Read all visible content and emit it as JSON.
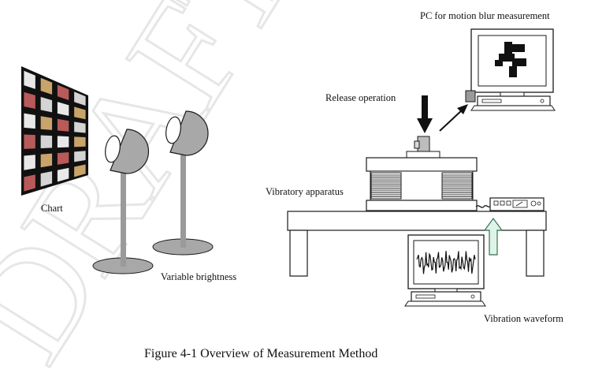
{
  "labels": {
    "chart": "Chart",
    "variable_brightness": "Variable brightness",
    "release_operation": "Release operation",
    "pc_motion_blur": "PC for motion blur measurement",
    "vibratory_apparatus": "Vibratory apparatus",
    "vibration_waveform": "Vibration waveform"
  },
  "caption": "Figure 4-1 Overview of Measurement Method",
  "watermark": "DRAFT",
  "colors": {
    "stroke": "#1a1a1a",
    "lamp_gray": "#a8a8a8",
    "stand_gray": "#9a9a9a",
    "screen_dark": "#2a2a2a",
    "arrow_fill": "#dcf5e8",
    "arrow_stroke": "#3c6e52",
    "watermark": "#e6e6e6"
  }
}
